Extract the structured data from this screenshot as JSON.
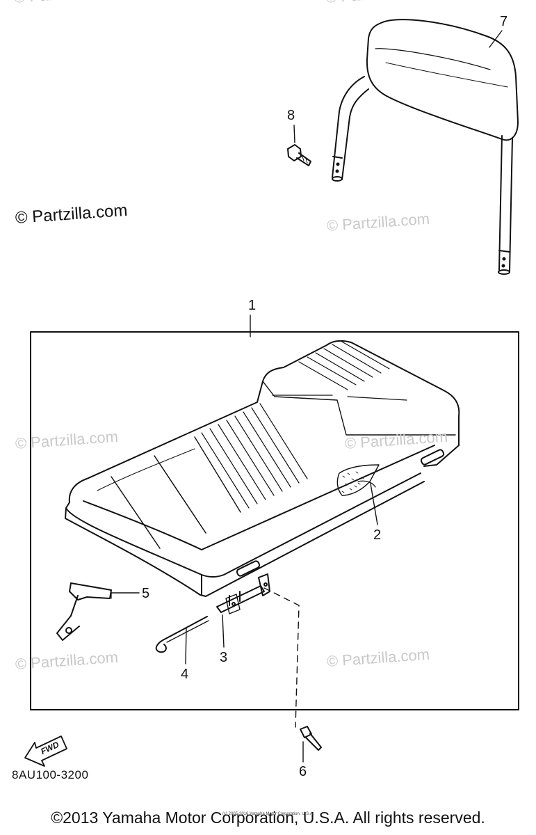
{
  "watermarks": [
    "© Partzilla.com",
    "© Partzilla.com",
    "© Partzilla.com",
    "© Partzilla.com",
    "© Partzilla.com",
    "© Partzilla.com",
    "© Partzilla.com"
  ],
  "copyright_main": "© Partzilla.com",
  "callouts": [
    "7",
    "8",
    "1",
    "2",
    "5",
    "3",
    "4",
    "6"
  ],
  "fwd_label": "FWD",
  "diagram_code": "8AU100-3200",
  "footer": "©2013 Yamaha Motor Corporation, U.S.A. All rights reserved.",
  "footer_tiny": "(c) 2005-2016 Yamaha Motor Corporation, U.S.A."
}
